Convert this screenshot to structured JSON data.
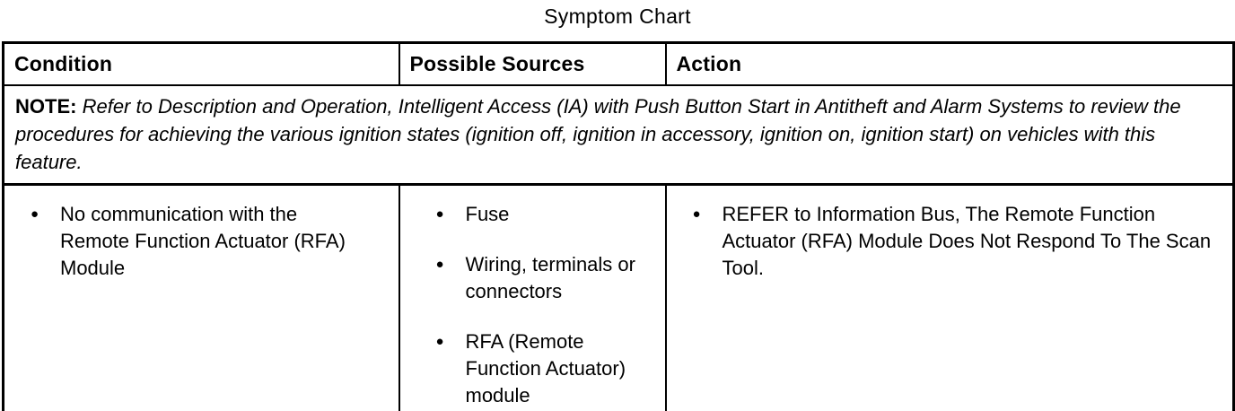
{
  "title": "Symptom Chart",
  "icons": {
    "bullet": "●"
  },
  "colors": {
    "text": "#000000",
    "border": "#000000",
    "background": "#ffffff"
  },
  "table": {
    "headers": [
      "Condition",
      "Possible Sources",
      "Action"
    ],
    "note": {
      "label": "NOTE:",
      "text": "Refer to Description and Operation, Intelligent Access (IA) with Push Button Start in Antitheft and Alarm Systems to review  the procedures for achieving the various ignition states (ignition off, ignition in accessory, ignition on, ignition start) on vehicles with this feature."
    },
    "rows": [
      {
        "condition": [
          "No communication with the Remote Function Actuator (RFA) Module"
        ],
        "possible_sources": [
          "Fuse",
          "Wiring, terminals or connectors",
          "RFA (Remote Function Actuator) module"
        ],
        "action": [
          "REFER to Information Bus, The Remote Function Actuator (RFA) Module Does Not Respond To The Scan Tool."
        ]
      }
    ]
  }
}
